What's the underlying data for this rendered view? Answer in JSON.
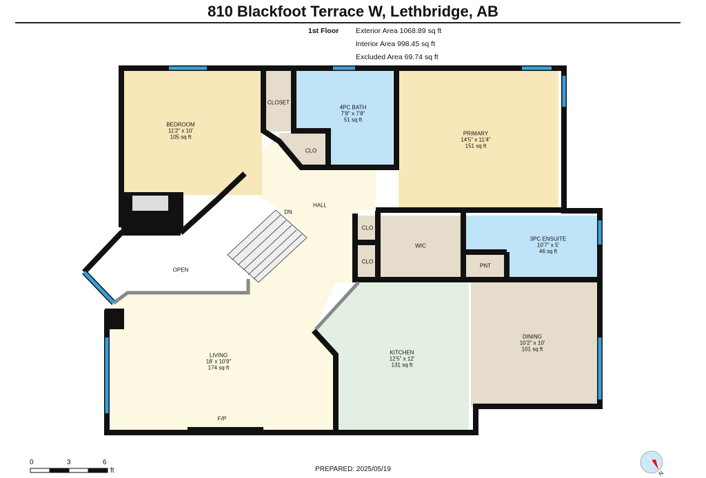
{
  "title": "810 Blackfoot Terrace W, Lethbridge, AB",
  "floor": {
    "name": "1st Floor",
    "exterior": "Exterior Area 1068.89 sq ft",
    "interior": "Interior Area 998.45 sq ft",
    "excluded": "Excluded Area 69.74 sq ft"
  },
  "rooms": {
    "bedroom": {
      "name": "BEDROOM",
      "dims": "11'2\" x 10'",
      "area": "105 sq ft"
    },
    "closet": {
      "name": "CLOSET"
    },
    "bath": {
      "name": "4PC BATH",
      "dims": "7'8\" x 7'8\"",
      "area": "51 sq ft"
    },
    "primary": {
      "name": "PRIMARY",
      "dims": "14'5\" x 11'4\"",
      "area": "151 sq ft"
    },
    "clo1": {
      "name": "CLO"
    },
    "hall": {
      "name": "HALL"
    },
    "dn": {
      "name": "DN"
    },
    "open": {
      "name": "OPEN"
    },
    "clo2": {
      "name": "CLO"
    },
    "clo3": {
      "name": "CLO"
    },
    "wic": {
      "name": "WIC"
    },
    "ensuite": {
      "name": "3PC ENSUITE",
      "dims": "10'7\" x 5'",
      "area": "46 sq ft"
    },
    "pnt": {
      "name": "PNT"
    },
    "living": {
      "name": "LIVING",
      "dims": "18' x 10'9\"",
      "area": "174 sq ft"
    },
    "fp": {
      "name": "F/P"
    },
    "kitchen": {
      "name": "KITCHEN",
      "dims": "12'5\" x 12'",
      "area": "131 sq ft"
    },
    "dining": {
      "name": "DINING",
      "dims": "10'2\" x 10'",
      "area": "101 sq ft"
    }
  },
  "scale": {
    "t0": "0",
    "t3": "3",
    "t6": "6",
    "unit": "ft"
  },
  "prepared": "PREPARED: 2025/05/19",
  "compass": {
    "label": "N"
  },
  "colors": {
    "bedroom": "#f8e7b8",
    "bath": "#bfe3f7",
    "beige": "#e6dccb",
    "hall": "#fdf8e1",
    "kitchen": "#e3efe3",
    "wall": "#111111",
    "window": "#3aa0d8"
  }
}
